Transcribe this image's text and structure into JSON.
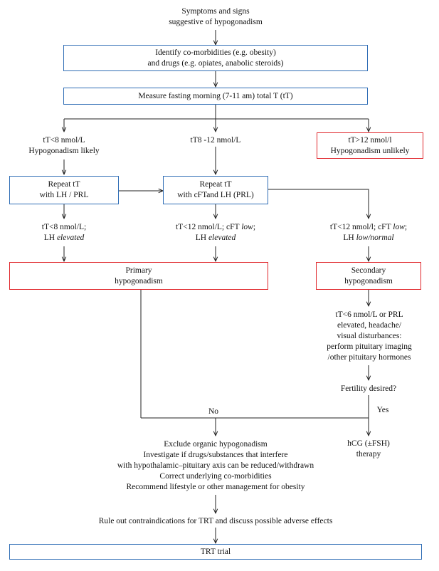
{
  "flowchart": {
    "start": [
      "Symptoms and signs",
      "suggestive of hypogonadism"
    ],
    "identify": [
      "Identify co-morbidities (e.g. obesity)",
      "and drugs (e.g. opiates, anabolic steroids)"
    ],
    "measure": "Measure fasting morning (7-11 am) total T (tT)",
    "branch_low": [
      "tT<8 nmol/L",
      "Hypogonadism likely"
    ],
    "branch_mid": "tT8 -12 nmol/L",
    "branch_high": [
      "tT>12 nmol/l",
      "Hypogonadism unlikely"
    ],
    "repeat_lh": [
      "Repeat tT",
      "with LH / PRL"
    ],
    "repeat_cft": [
      "Repeat tT",
      "with cFTand LH (PRL)"
    ],
    "result_primary": {
      "line1": "tT<8 nmol/L;",
      "line2_prefix": "LH ",
      "line2_em": "elevated"
    },
    "result_mid": {
      "line1_prefix": "tT<12 nmol/L; cFT ",
      "line1_em": "low",
      "line1_suffix": ";",
      "line2_prefix": "LH ",
      "line2_em": "elevated"
    },
    "result_secondary": {
      "line1_prefix": "tT<12 nmol/l; cFT ",
      "line1_em": "low",
      "line1_suffix": ";",
      "line2_prefix": "LH ",
      "line2_em": "low/normal"
    },
    "primary": [
      "Primary",
      "hypogonadism"
    ],
    "secondary": [
      "Secondary",
      "hypogonadism"
    ],
    "pituitary": [
      "tT<6 nmol/L or PRL",
      "elevated, headache/",
      "visual disturbances:",
      "perform pituitary imaging",
      "/other pituitary hormones"
    ],
    "fertility": "Fertility desired?",
    "no_label": "No",
    "yes_label": "Yes",
    "hcg": [
      "hCG (±FSH)",
      "therapy"
    ],
    "exclude": [
      "Exclude organic hypogonadism",
      "Investigate if drugs/substances that interfere",
      "with hypothalamic–pituitary axis can be reduced/withdrawn",
      "Correct underlying co-morbidities",
      "Recommend lifestyle or other management for obesity"
    ],
    "rule_out": "Rule out contraindications for TRT and discuss possible adverse effects",
    "trt": "TRT trial"
  },
  "colors": {
    "blue_box": "#2f6db5",
    "red_box": "#e0262b",
    "line": "#222222"
  }
}
